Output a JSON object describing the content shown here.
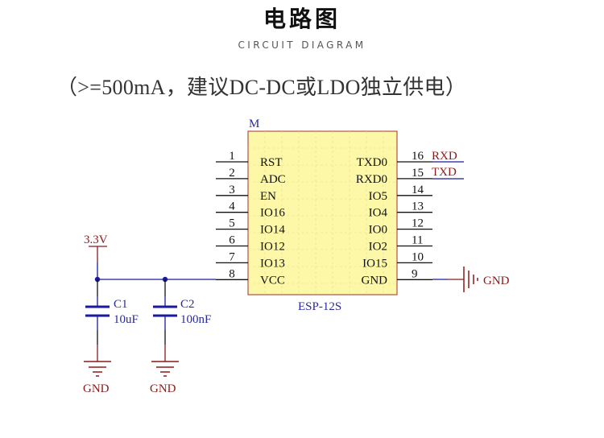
{
  "header": {
    "title": "电路图",
    "subtitle": "CIRCUIT DIAGRAM"
  },
  "note": "（>=500mA，建议DC-DC或LDO独立供电）",
  "colors": {
    "wire_blue": "#1a1a9c",
    "wire_black": "#111111",
    "power_red": "#8b1a1a",
    "chip_fill": "#fdf8a8",
    "chip_border": "#b0504a",
    "label_blue": "#2a2a9c"
  },
  "module": {
    "designator": "M",
    "part": "ESP-12S",
    "left_pins": [
      {
        "num": "1",
        "name": "RST"
      },
      {
        "num": "2",
        "name": "ADC"
      },
      {
        "num": "3",
        "name": "EN"
      },
      {
        "num": "4",
        "name": "IO16"
      },
      {
        "num": "5",
        "name": "IO14"
      },
      {
        "num": "6",
        "name": "IO12"
      },
      {
        "num": "7",
        "name": "IO13"
      },
      {
        "num": "8",
        "name": "VCC"
      }
    ],
    "right_pins": [
      {
        "num": "16",
        "name": "TXD0",
        "net": "RXD"
      },
      {
        "num": "15",
        "name": "RXD0",
        "net": "TXD"
      },
      {
        "num": "14",
        "name": "IO5"
      },
      {
        "num": "13",
        "name": "IO4"
      },
      {
        "num": "12",
        "name": "IO0"
      },
      {
        "num": "11",
        "name": "IO2"
      },
      {
        "num": "10",
        "name": "IO15"
      },
      {
        "num": "9",
        "name": "GND"
      }
    ]
  },
  "power": {
    "vcc_label": "3.3V",
    "gnd_label": "GND"
  },
  "capacitors": [
    {
      "ref": "C1",
      "value": "10uF"
    },
    {
      "ref": "C2",
      "value": "100nF"
    }
  ]
}
